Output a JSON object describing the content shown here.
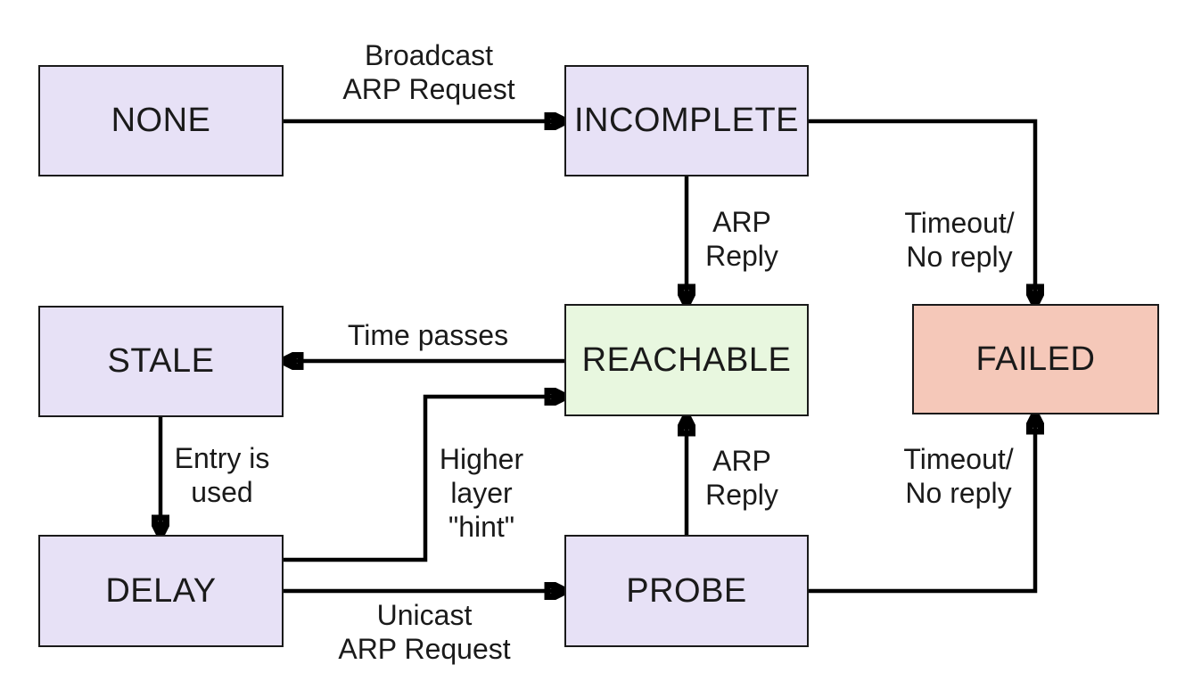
{
  "diagram": {
    "states": {
      "none": {
        "label": "NONE",
        "color": "#e7e1f6"
      },
      "incomplete": {
        "label": "INCOMPLETE",
        "color": "#e7e1f6"
      },
      "stale": {
        "label": "STALE",
        "color": "#e7e1f6"
      },
      "reachable": {
        "label": "REACHABLE",
        "color": "#e8f7df"
      },
      "failed": {
        "label": "FAILED",
        "color": "#f5c8b9"
      },
      "delay": {
        "label": "DELAY",
        "color": "#e7e1f6"
      },
      "probe": {
        "label": "PROBE",
        "color": "#e7e1f6"
      }
    },
    "transitions": {
      "none_to_incomplete": {
        "from": "NONE",
        "to": "INCOMPLETE",
        "label": "Broadcast\nARP Request"
      },
      "incomplete_to_reachable": {
        "from": "INCOMPLETE",
        "to": "REACHABLE",
        "label": "ARP\nReply"
      },
      "incomplete_to_failed": {
        "from": "INCOMPLETE",
        "to": "FAILED",
        "label": "Timeout/\nNo reply"
      },
      "reachable_to_stale": {
        "from": "REACHABLE",
        "to": "STALE",
        "label": "Time passes"
      },
      "stale_to_delay": {
        "from": "STALE",
        "to": "DELAY",
        "label": "Entry is\nused"
      },
      "delay_to_reachable": {
        "from": "DELAY",
        "to": "REACHABLE",
        "label": "Higher\nlayer\n\"hint\""
      },
      "delay_to_probe": {
        "from": "DELAY",
        "to": "PROBE",
        "label": "Unicast\nARP Request"
      },
      "probe_to_reachable": {
        "from": "PROBE",
        "to": "REACHABLE",
        "label": "ARP\nReply"
      },
      "probe_to_failed": {
        "from": "PROBE",
        "to": "FAILED",
        "label": "Timeout/\nNo reply"
      }
    },
    "colors": {
      "background": "#ffffff",
      "line": "#000000",
      "box_border": "#1a1a1a",
      "text": "#1a1a1a"
    }
  }
}
